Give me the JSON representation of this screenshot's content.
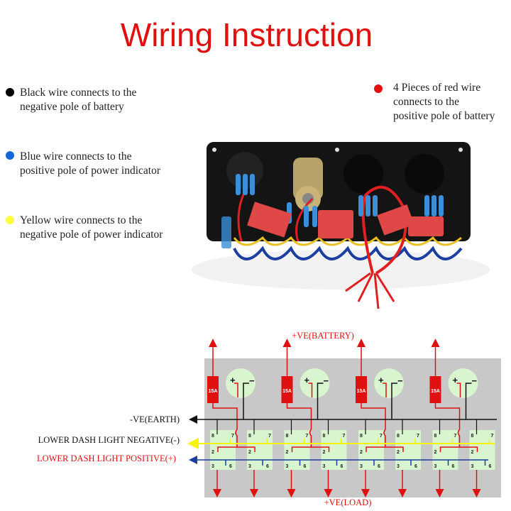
{
  "title": "Wiring Instruction",
  "notes": [
    {
      "text_line1": "Black wire connects to the",
      "text_line2": "negative pole of battery",
      "color": "#000000"
    },
    {
      "text_line1": "Blue wire connects to the",
      "text_line2": "positive pole of power indicator",
      "color": "#1565d8"
    },
    {
      "text_line1": "Yellow wire connects to the",
      "text_line2": "negative pole of power indicator",
      "color": "#ffff40"
    },
    {
      "text_line1": "4 Pieces of red wire",
      "text_line2": "connects to the",
      "text_line3": "positive pole of battery",
      "color": "#e01010"
    }
  ],
  "diagram": {
    "battery_label": "+VE(BATTERY)",
    "load_label": "+VE(LOAD)",
    "earth_label": "-VE(EARTH)",
    "dash_negative_label": "LOWER DASH LIGHT NEGATIVE(-)",
    "dash_positive_label": "LOWER DASH LIGHT POSITIVE(+)",
    "fuse_label": "15A",
    "plus": "+",
    "minus": "−",
    "terminals": {
      "t8": "8",
      "t7": "7",
      "t2": "2",
      "t3": "3",
      "t6": "6"
    },
    "colors": {
      "red": "#e01010",
      "black": "#111111",
      "yellow": "#f5f500",
      "blue": "#1a3fa0",
      "panel": "#c8c8c8",
      "socket": "#d8f5cf"
    }
  }
}
